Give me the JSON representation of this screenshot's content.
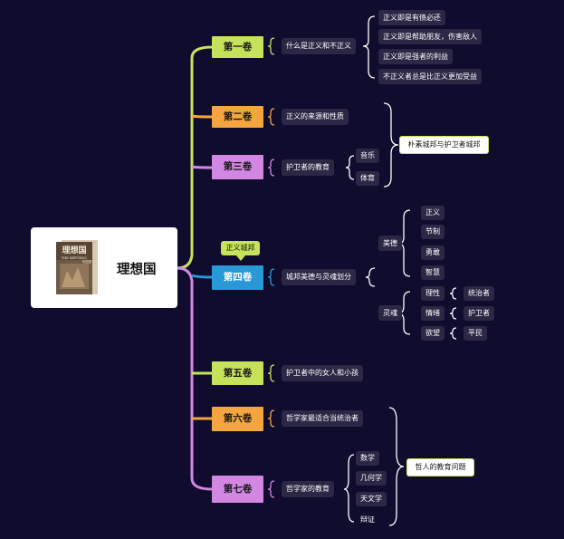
{
  "root": {
    "title": "理想国",
    "cover_title": "理想国",
    "cover_subtitle": "THE REPUBLIC",
    "cover_author": "柏拉图"
  },
  "colors": {
    "background": "#100c2e",
    "green": "#c5e25a",
    "orange": "#f5a540",
    "purple": "#d287e2",
    "blue": "#2898d6",
    "leaf": "#2b2745"
  },
  "books": {
    "b1": {
      "label": "第一卷",
      "topic": "什么是正义和不正义",
      "items": [
        "正义即是有债必还",
        "正义即是帮助朋友，伤害敌人",
        "正义即是强者的利益",
        "不正义者总是比正义更加受益"
      ]
    },
    "b2": {
      "label": "第二卷",
      "topic": "正义的来源和性质"
    },
    "b3": {
      "label": "第三卷",
      "topic": "护卫者的教育",
      "items": [
        "音乐",
        "体育"
      ]
    },
    "b23_summary": "朴素城邦与护卫者城邦",
    "b4": {
      "label": "第四卷",
      "tag": "正义城邦",
      "topic": "城邦美德与灵魂划分",
      "virtue": {
        "label": "美德",
        "items": [
          "正义",
          "节制",
          "勇敢",
          "智慧"
        ]
      },
      "soul": {
        "label": "灵魂",
        "parts": [
          "理性",
          "情绪",
          "欲望"
        ],
        "roles": [
          "统治者",
          "护卫者",
          "平民"
        ]
      }
    },
    "b5": {
      "label": "第五卷",
      "topic": "护卫者中的女人和小孩"
    },
    "b6": {
      "label": "第六卷",
      "topic": "哲学家最适合当统治者"
    },
    "b7": {
      "label": "第七卷",
      "topic": "哲学家的教育",
      "items": [
        "数学",
        "几何学",
        "天文学",
        "辩证"
      ]
    },
    "b67_summary": "哲人的教育问题"
  }
}
